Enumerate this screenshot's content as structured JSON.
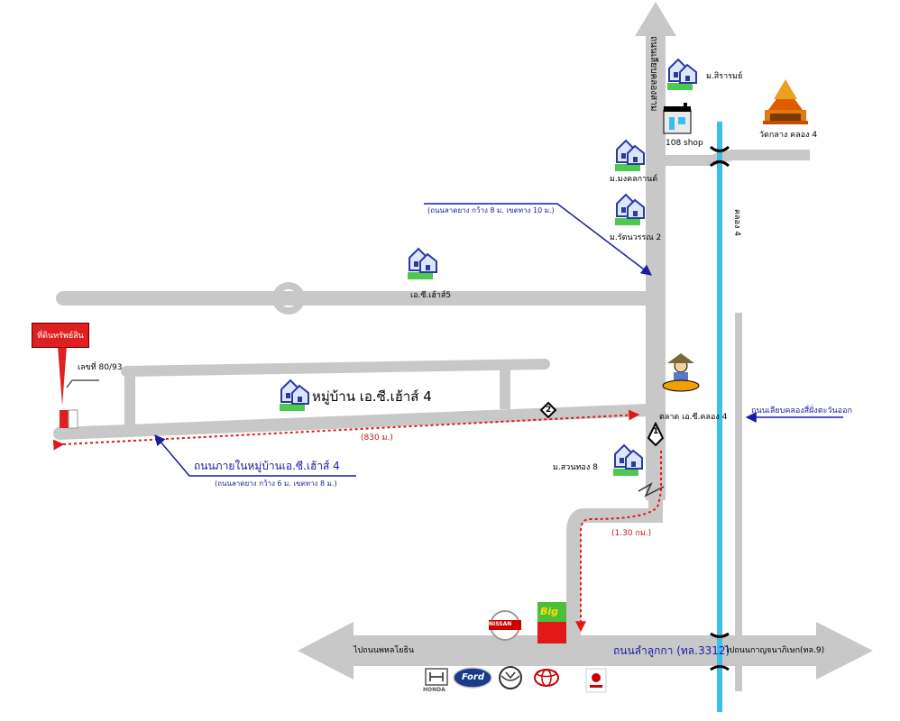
{
  "property": {
    "label": "ที่ดินทรัพย์สิน",
    "plot_no": "เลขที่ 80/93"
  },
  "roads": {
    "main_north": "ถนนเลียบคลองสาม",
    "main_north_spec": "(ถนนลาดยาง กว้าง 8 ม. เขตทาง 10 ม.)",
    "village_road": "ถนนภายในหมู่บ้านเอ.ซี.เฮ้าส์ 4",
    "village_road_spec": "(ถนนลาดยาง กว้าง 6 ม. เขตทาง 8 ม.)",
    "south_main": "ถนนลำลูกกา (ทล.3312)",
    "east_canal_road": "ถนนเลียบคลองสี่ฝั่งตะวันออก",
    "canal": "คลอง 4",
    "to_west": "ไปถนนพหลโยธิน",
    "to_east": "ไปถนนกาญจนาภิเษก(ทล.9)"
  },
  "distances": {
    "d1": "(830 ม.)",
    "d2": "(1.30 กม.)"
  },
  "landmarks": {
    "village_main": "หมู่บ้าน เอ.ซี.เฮ้าส์ 4",
    "village_ac5": "เอ.ซี.เฮ้าส์5",
    "m_siram": "ม.สิรารมย์",
    "shop108": "108 shop",
    "temple": "วัดกลาง คลอง 4",
    "m_mongkol": "ม.มงคลกานต์",
    "m_rattana": "ม.รัตนวรรณ 2",
    "market": "ตลาด เอ.ซี.คลอง 4",
    "m_suanthong": "ม.สวนทอง 8",
    "marker1": "1",
    "marker2": "2"
  },
  "brands": {
    "nissan": "NISSAN",
    "big": "Big",
    "honda": "HONDA",
    "ford": "Ford"
  },
  "colors": {
    "road": "#c8c8c8",
    "canal": "#38c0ec",
    "route": "#e01818",
    "arrow": "#1a1aa6",
    "house_green": "#4fc84f",
    "house_blue": "#2a3aa0"
  }
}
